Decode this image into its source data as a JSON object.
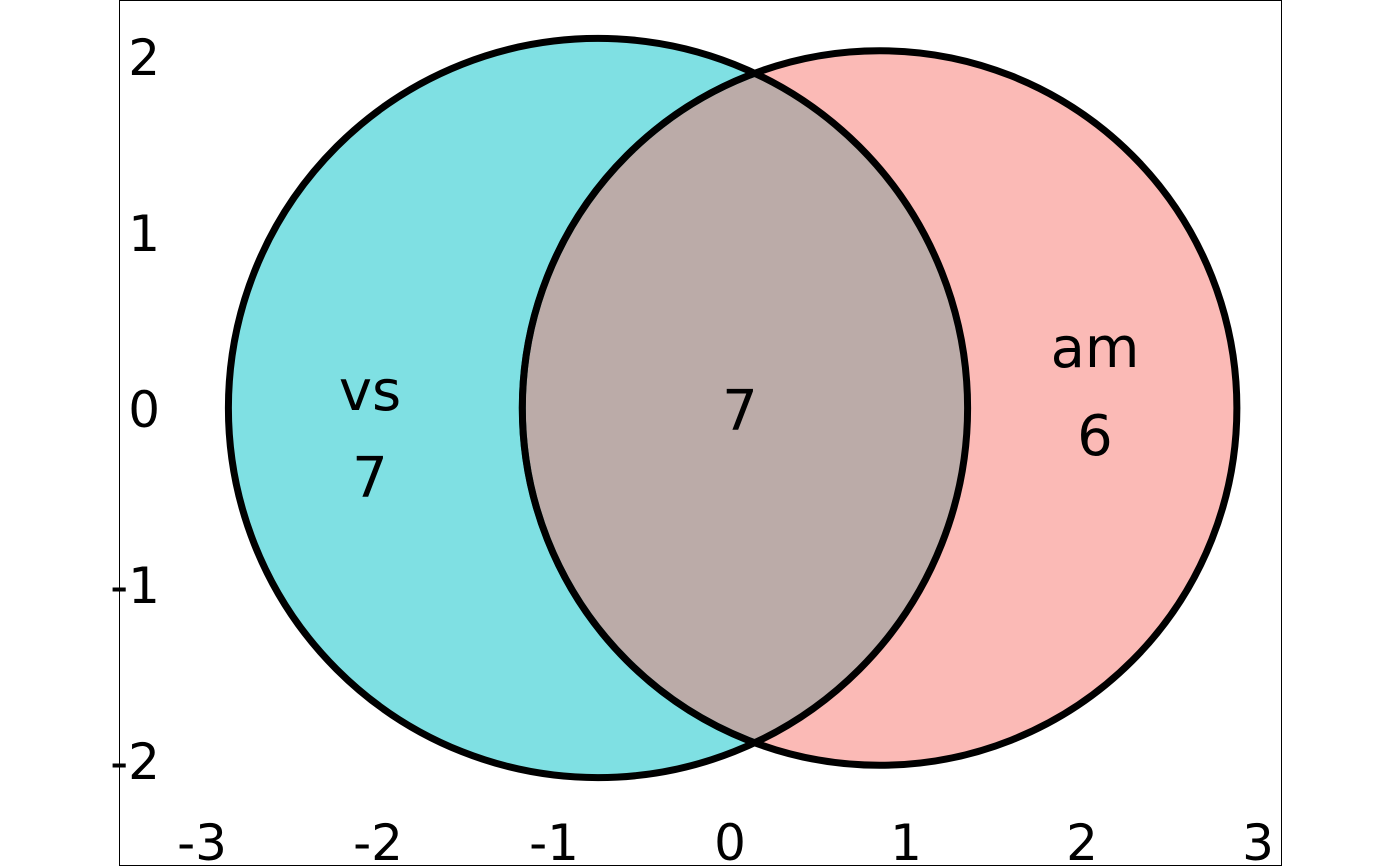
{
  "chart_data": {
    "type": "venn",
    "sets": [
      {
        "name": "vs",
        "only_count": "7",
        "fill": "#00c1c8",
        "fill_opacity": 0.5,
        "center": [
          -0.75,
          0.0
        ],
        "radius": 2.1
      },
      {
        "name": "am",
        "only_count": "6",
        "fill": "#f8766d",
        "fill_opacity": 0.5,
        "center": [
          0.85,
          0.0
        ],
        "radius": 2.03
      }
    ],
    "intersection": {
      "count": "7"
    },
    "x_ticks": [
      "-3",
      "-2",
      "-1",
      "0",
      "1",
      "2",
      "3"
    ],
    "y_ticks": [
      "2",
      "1",
      "0",
      "-1",
      "-2"
    ],
    "xlim": [
      -3.1,
      3.1
    ],
    "ylim": [
      -2.45,
      2.45
    ],
    "outline_color": "#000000",
    "grid": false
  }
}
